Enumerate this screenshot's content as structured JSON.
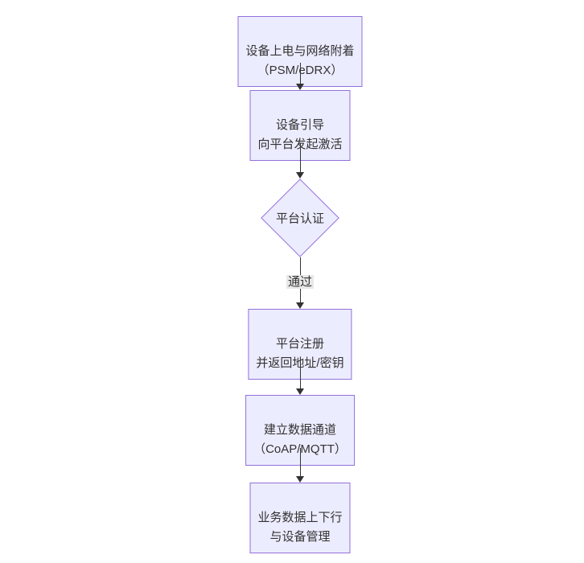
{
  "diagram": {
    "type": "flowchart",
    "direction": "top-down",
    "colors": {
      "background": "#ffffff",
      "node_fill": "#ECECFF",
      "node_border": "#9370DB",
      "text": "#333333",
      "edge": "#333333",
      "edge_label_bg": "#e8e8e8"
    },
    "nodes": [
      {
        "id": "power-attach",
        "type": "rect",
        "label": "设备上电与网络附着\n（PSM/eDRX）"
      },
      {
        "id": "bootstrap",
        "type": "rect",
        "label": "设备引导\n向平台发起激活"
      },
      {
        "id": "platform-auth",
        "type": "diamond",
        "label": "平台认证"
      },
      {
        "id": "platform-register",
        "type": "rect",
        "label": "平台注册\n并返回地址/密钥"
      },
      {
        "id": "data-channel",
        "type": "rect",
        "label": "建立数据通道\n（CoAP/MQTT）"
      },
      {
        "id": "business-data",
        "type": "rect",
        "label": "业务数据上下行\n与设备管理"
      }
    ],
    "edges": [
      {
        "from": "power-attach",
        "to": "bootstrap",
        "label": ""
      },
      {
        "from": "bootstrap",
        "to": "platform-auth",
        "label": ""
      },
      {
        "from": "platform-auth",
        "to": "platform-register",
        "label": "通过"
      },
      {
        "from": "platform-register",
        "to": "data-channel",
        "label": ""
      },
      {
        "from": "data-channel",
        "to": "business-data",
        "label": ""
      }
    ]
  }
}
